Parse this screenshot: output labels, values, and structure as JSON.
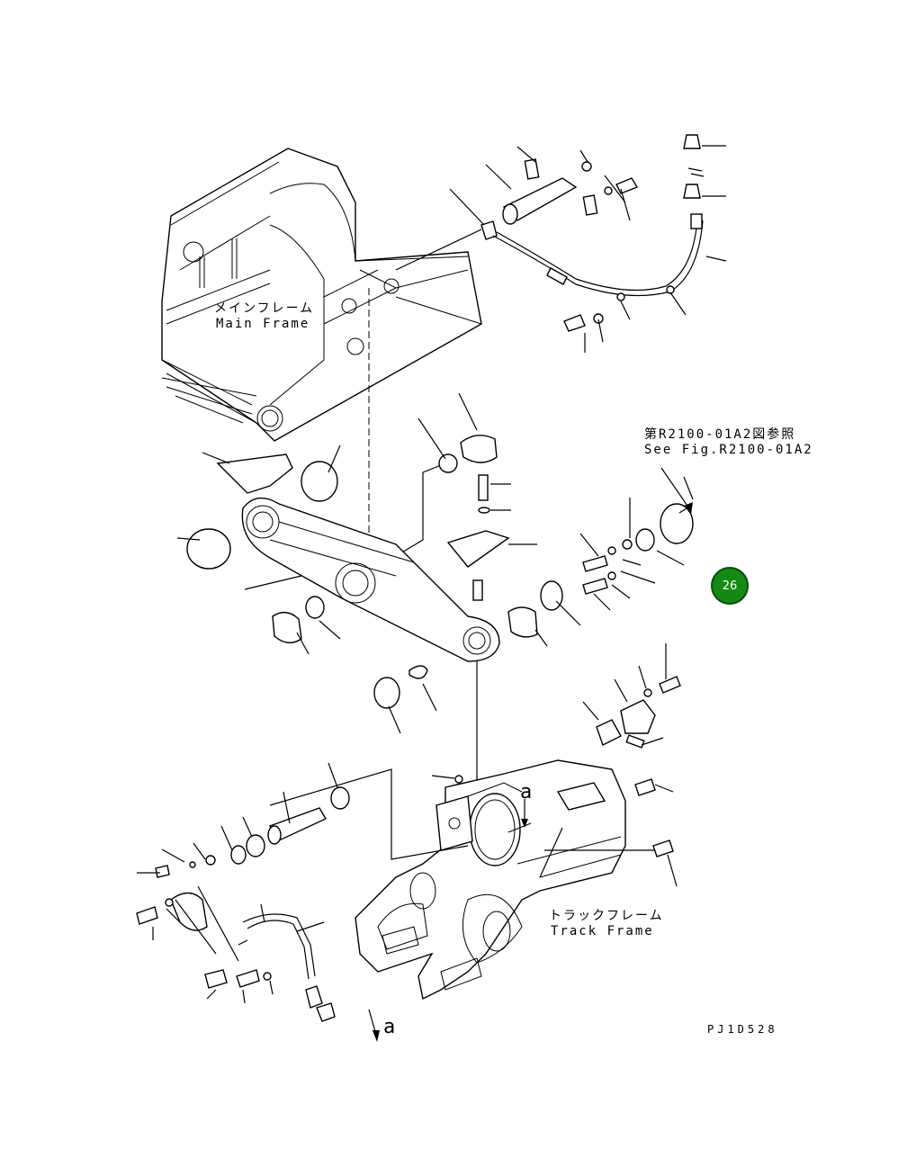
{
  "labels": {
    "main_frame_jp": "メインフレーム",
    "main_frame_en": "Main Frame",
    "ref_jp": "第R2100-01A2図参照",
    "ref_en": "See Fig.R2100-01A2",
    "track_frame_jp": "トラックフレーム",
    "track_frame_en": "Track Frame",
    "view_marker_top": "a",
    "view_marker_bottom": "a",
    "drawing_code": "PJ1D528"
  },
  "badge": {
    "number": "26",
    "color": "#148a14"
  }
}
